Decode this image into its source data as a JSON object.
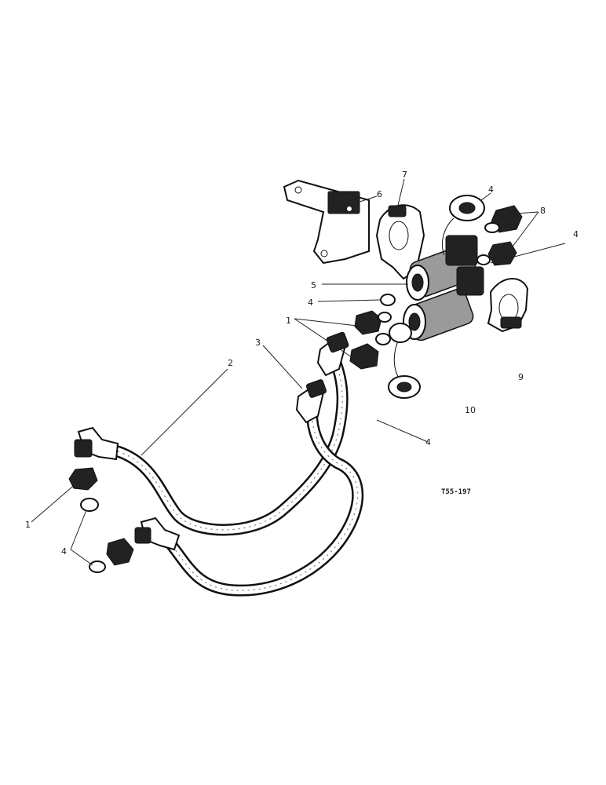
{
  "drawing_ref": "T55-197",
  "callouts": {
    "c1_top": "1",
    "c1_bottom": "1",
    "c2": "2",
    "c3": "3",
    "c4_top_right": "4",
    "c4_right": "4",
    "c4_mid": "4",
    "c4_lower": "4",
    "c4_bottom": "4",
    "c5": "5",
    "c6": "6",
    "c7": "7",
    "c8": "8",
    "c9": "9",
    "c10": "10"
  }
}
